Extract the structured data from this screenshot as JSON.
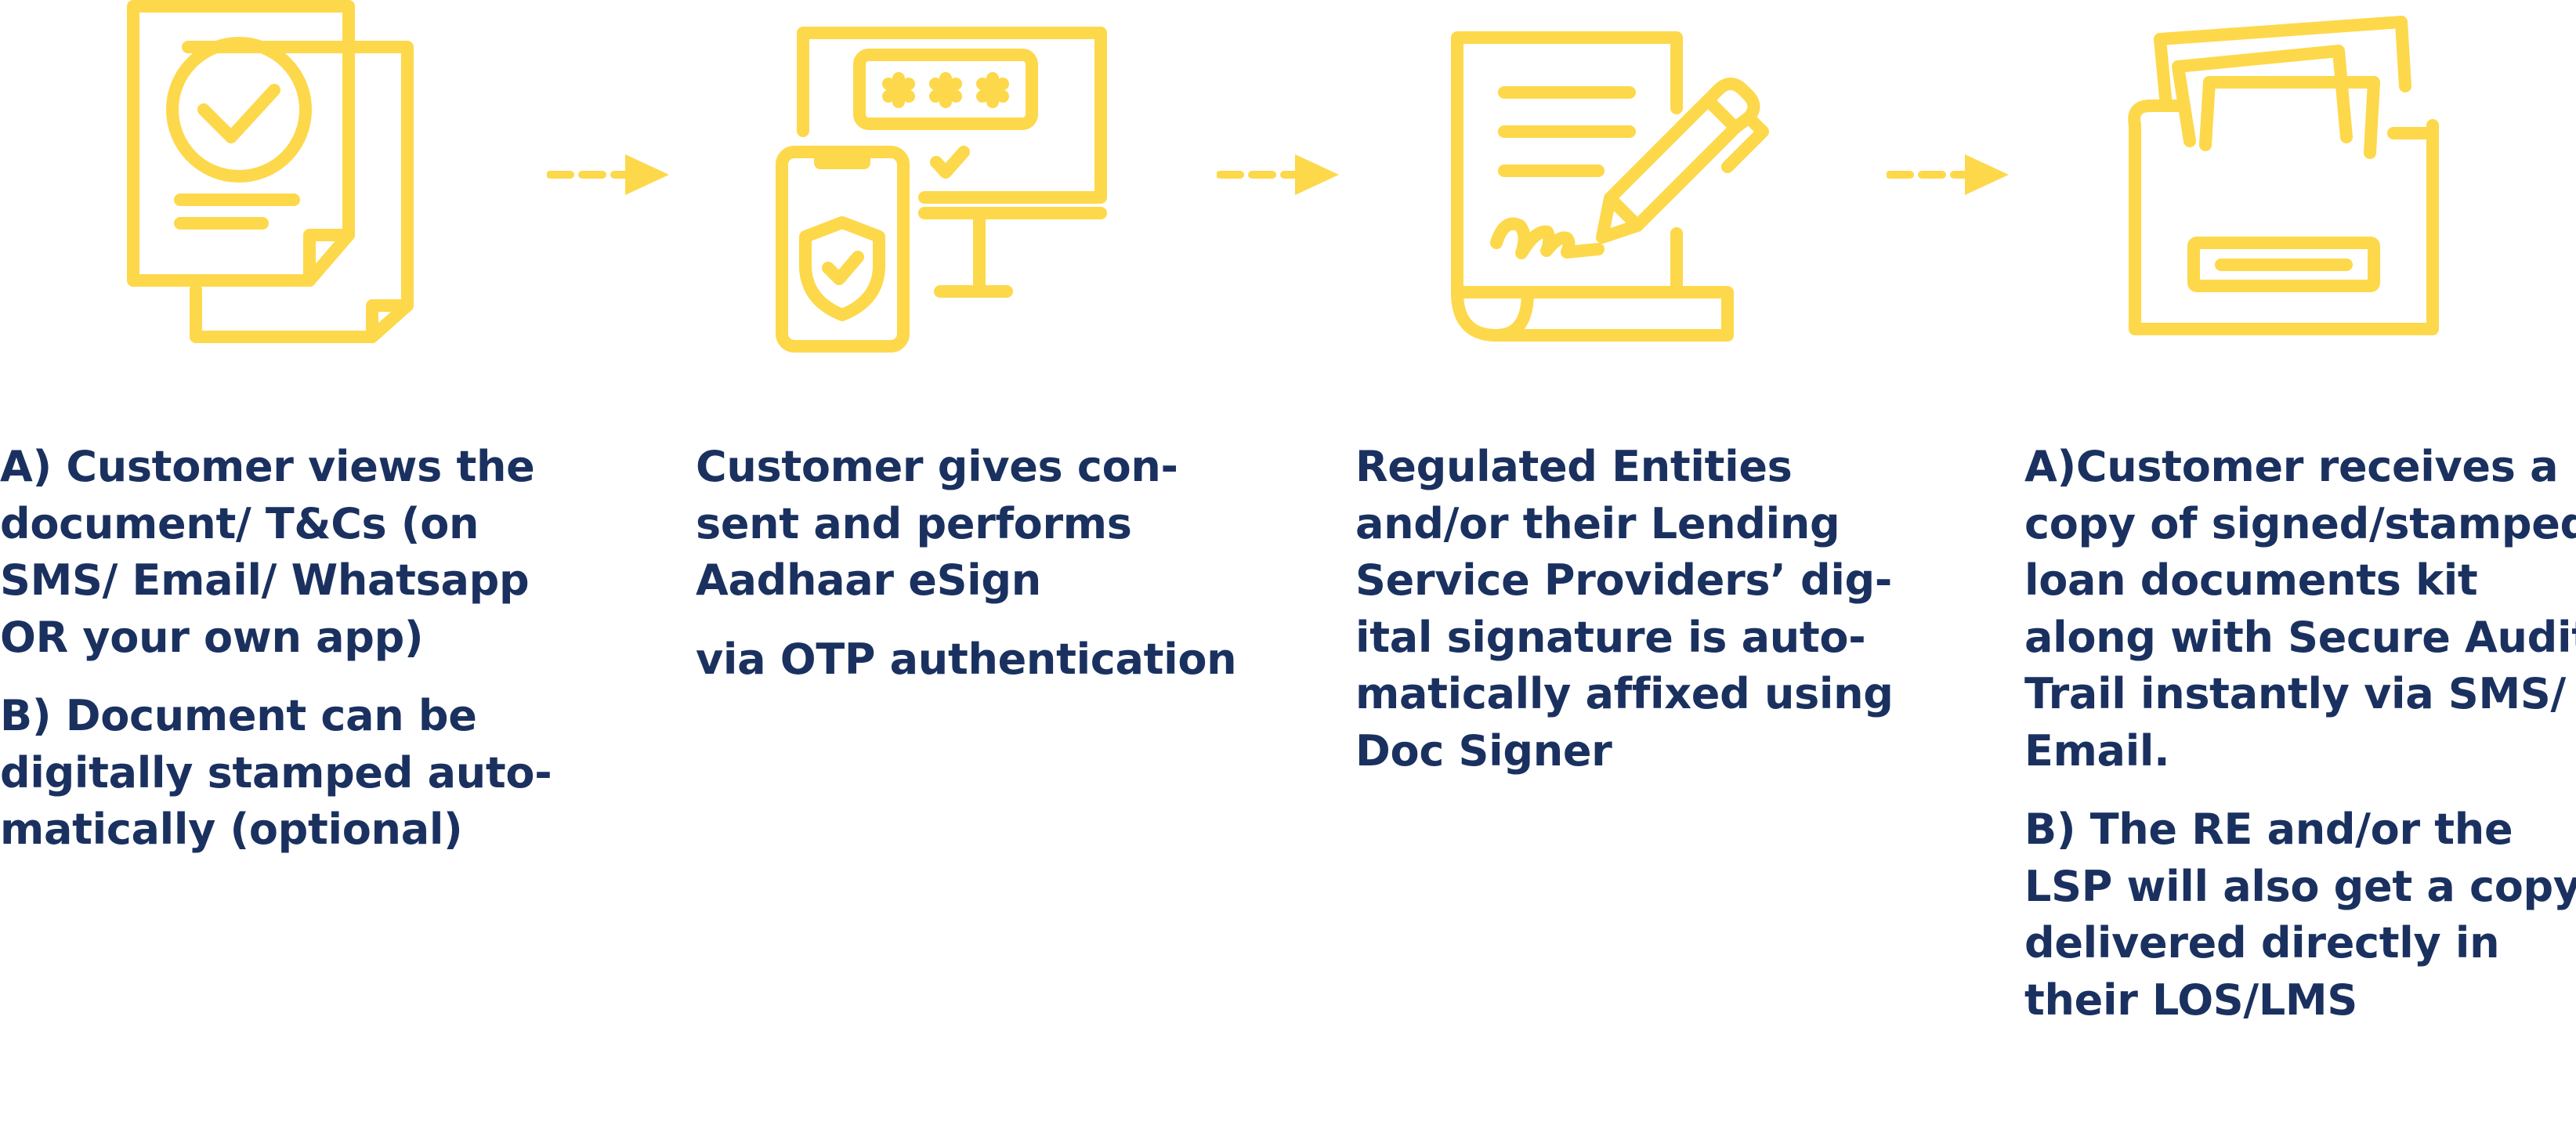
{
  "colors": {
    "icon": "#fdd84a",
    "text": "#1a3160",
    "background": "#ffffff"
  },
  "steps": [
    {
      "icon": "document-check-icon",
      "paragraphs": [
        [
          "A) Customer views the",
          "document/ T&Cs (on",
          "SMS/ Email/ Whatsapp",
          "OR your own app)"
        ],
        [
          "B) Document can be",
          "digitally stamped auto-",
          "matically (optional)"
        ]
      ]
    },
    {
      "icon": "otp-phone-monitor-icon",
      "paragraphs": [
        [
          "Customer gives con-",
          "sent and performs",
          "Aadhaar eSign"
        ],
        [
          "via OTP authentication"
        ]
      ]
    },
    {
      "icon": "contract-signature-icon",
      "paragraphs": [
        [
          "Regulated Entities",
          "and/or their Lending",
          "Service Providers’ dig-",
          "ital signature is auto-",
          "matically affixed using",
          "Doc Signer"
        ]
      ]
    },
    {
      "icon": "document-folder-icon",
      "paragraphs": [
        [
          "A)Customer receives a",
          "copy of signed/stamped",
          "loan documents kit",
          "along with Secure Audit",
          "Trail instantly via SMS/",
          "Email."
        ],
        [
          "B) The RE and/or the",
          "LSP will also get a copy",
          "delivered directly in",
          "their LOS/LMS"
        ]
      ]
    }
  ],
  "arrows": [
    "arrow-right-icon",
    "arrow-right-icon",
    "arrow-right-icon"
  ]
}
